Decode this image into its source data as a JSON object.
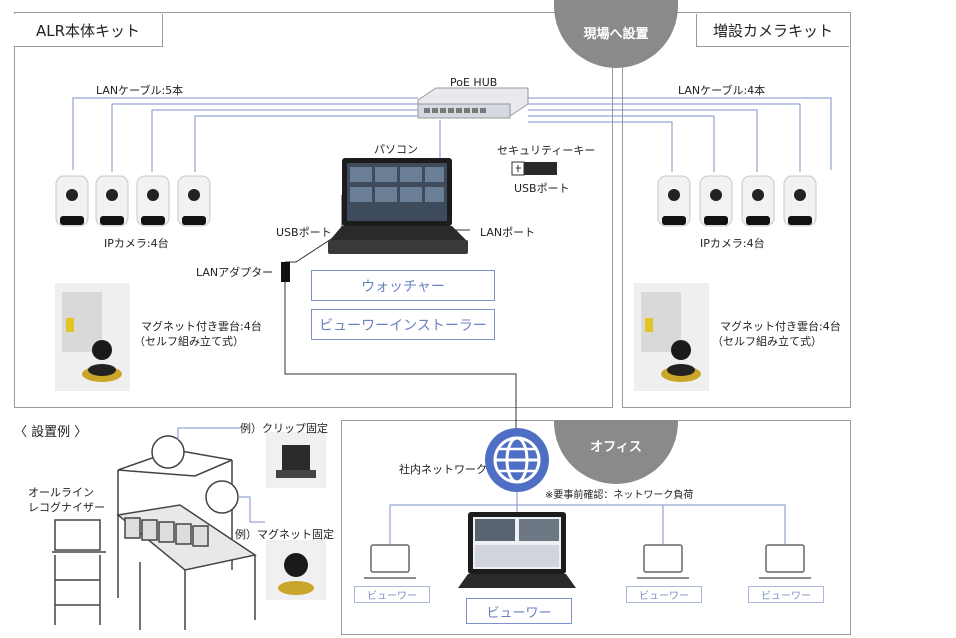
{
  "left_kit": {
    "title": "ALR本体キット",
    "cable_label": "LANケーブル:5本",
    "hub_label": "PoE HUB",
    "pc_label": "パソコン",
    "security_key_label": "セキュリティーキー",
    "usb_port_right": "USBポート",
    "usb_port_left": "USBポート",
    "lan_port": "LANポート",
    "lan_adapter": "LANアダプター",
    "camera_label": "IPカメラ:4台",
    "mount_label_1": "マグネット付き雲台:4台",
    "mount_label_2": "（セルフ組み立て式）",
    "software": [
      "ウォッチャー",
      "ビューワーインストーラー"
    ]
  },
  "install_badge": "現場へ設置",
  "right_kit": {
    "title": "増設カメラキット",
    "cable_label": "LANケーブル:4本",
    "camera_label": "IPカメラ:4台",
    "mount_label_1": "マグネット付き雲台:4台",
    "mount_label_2": "（セルフ組み立て式）"
  },
  "example": {
    "title": "〈 設置例 〉",
    "clip_label": "例）クリップ固定",
    "magnet_label": "例）マグネット固定",
    "recognizer_line1": "オールライン",
    "recognizer_line2": "レコグナイザー"
  },
  "office": {
    "badge": "オフィス",
    "network_label": "社内ネットワーク",
    "note": "※要事前確認：ネットワーク負荷",
    "viewer_main": "ビューワー",
    "viewer_small": [
      "ビューワー",
      "ビューワー",
      "ビューワー"
    ]
  },
  "colors": {
    "panel_border": "#9a9a9a",
    "cable_blue": "#7d92c8",
    "badge_gray": "#8a8a8a",
    "network_blue": "#4f6fc4"
  }
}
